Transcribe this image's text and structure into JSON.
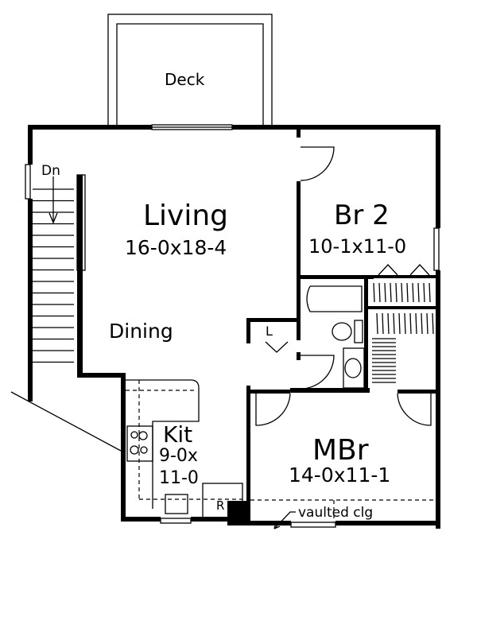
{
  "rooms": {
    "deck": {
      "name": "Deck"
    },
    "living": {
      "name": "Living",
      "size": "16-0x18-4"
    },
    "dining": {
      "name": "Dining"
    },
    "br2": {
      "name": "Br 2",
      "size": "10-1x11-0"
    },
    "kitchen": {
      "name": "Kit",
      "size_line1": "9-0x",
      "size_line2": "11-0"
    },
    "mbr": {
      "name": "MBr",
      "size": "14-0x11-1"
    },
    "laundry": {
      "name": "L"
    }
  },
  "annotations": {
    "stairs": "Dn",
    "refrigerator": "R",
    "ceiling": "vaulted clg"
  }
}
